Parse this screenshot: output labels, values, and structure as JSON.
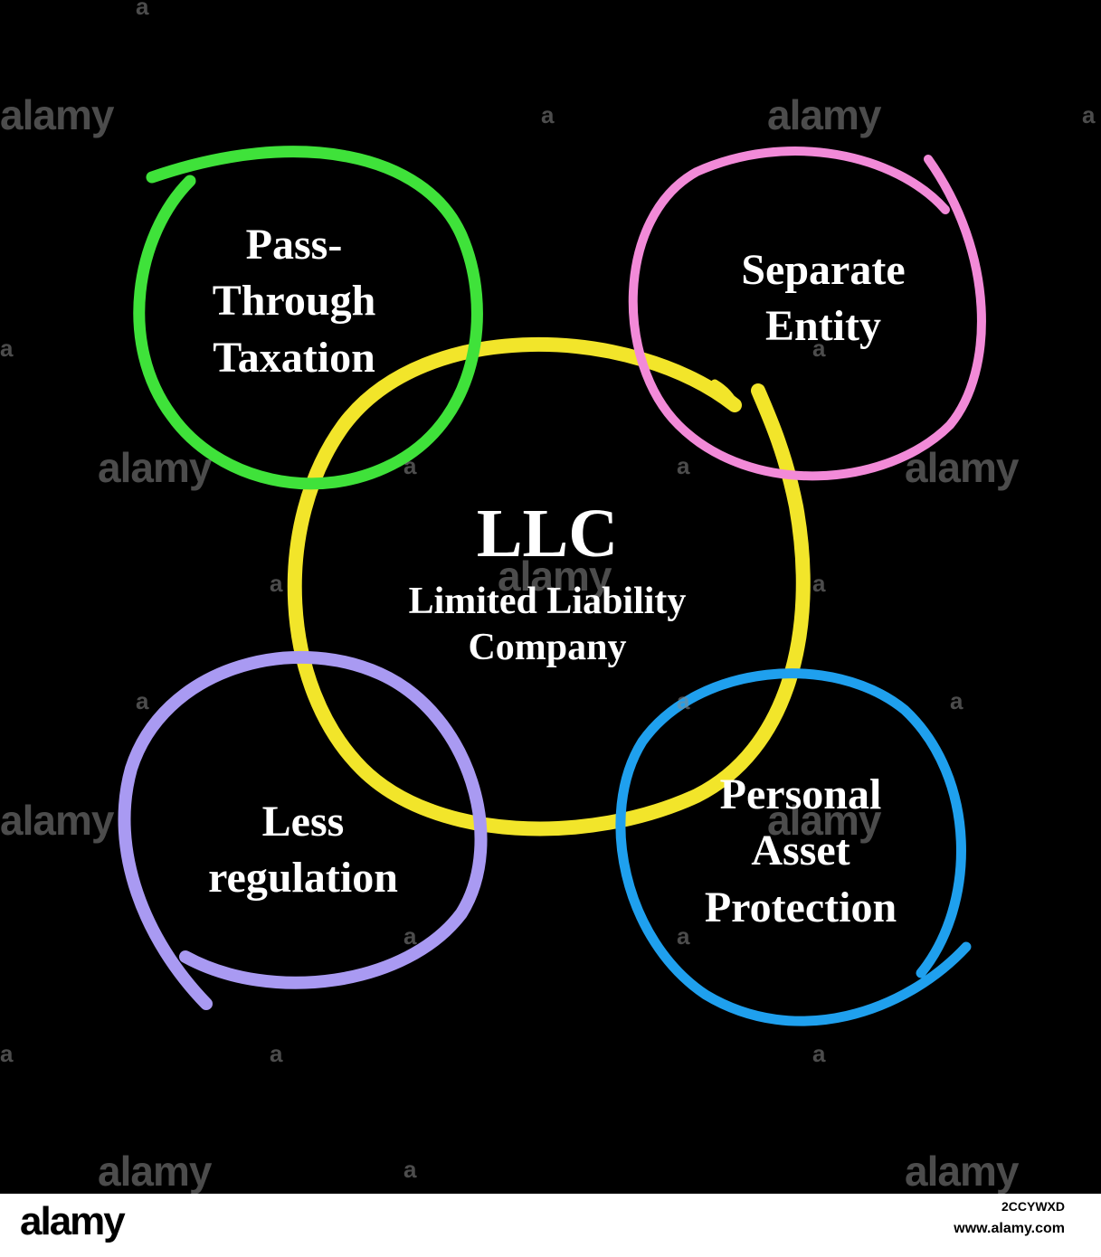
{
  "colors": {
    "background": "#000000",
    "text": "#ffffff",
    "center_ring": "#f2e52a",
    "ring_top_left": "#3fe23a",
    "ring_top_right": "#f28ad8",
    "ring_bottom_left": "#a99af2",
    "ring_bottom_right": "#1fa0ee"
  },
  "center": {
    "title": "LLC",
    "subtitle_line1": "Limited Liability",
    "subtitle_line2": "Company"
  },
  "nodes": {
    "top_left": {
      "line1": "Pass-",
      "line2": "Through",
      "line3": "Taxation"
    },
    "top_right": {
      "line1": "Separate",
      "line2": "Entity"
    },
    "bottom_left": {
      "line1": "Less",
      "line2": "regulation"
    },
    "bottom_right": {
      "line1": "Personal",
      "line2": "Asset",
      "line3": "Protection"
    }
  },
  "watermark": {
    "word": "alamy",
    "mark": "a"
  },
  "footer": {
    "logo": "alamy",
    "image_id": "2CCYWXD",
    "url": "www.alamy.com"
  }
}
